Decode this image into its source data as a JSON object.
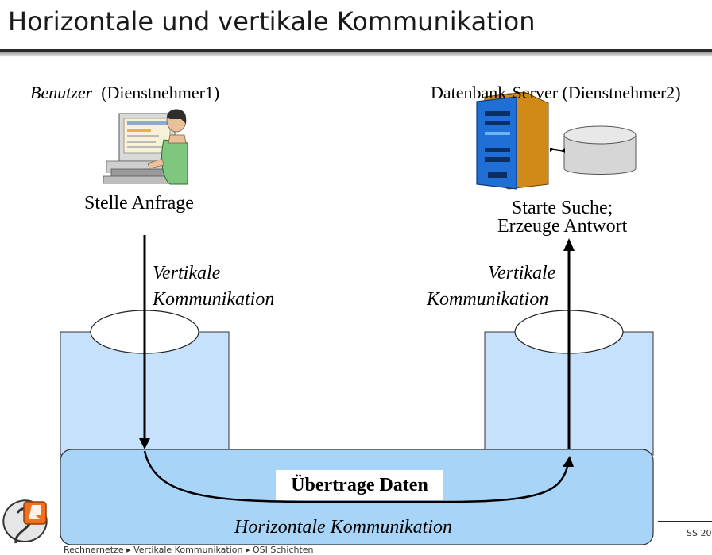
{
  "title": "Horizontale und vertikale Kommunikation",
  "left_user": {
    "role_italic": "Benutzer",
    "role_paren": "(Dienstnehmer1)",
    "action": "Stelle Anfrage"
  },
  "right_server": {
    "role": "Datenbank-Server (Dienstnehmer2)",
    "action_line1": "Starte Suche;",
    "action_line2": "Erzeuge Antwort"
  },
  "vertical_left": {
    "line1": "Vertikale",
    "line2": "Kommunikation"
  },
  "vertical_right": {
    "line1": "Vertikale",
    "line2": "Kommunikation"
  },
  "transfer_label": "Übertrage Daten",
  "horizontal_label": "Horizontale Kommunikation",
  "footer": {
    "semester": "SS 20",
    "breadcrumb": "Rechnernetze ▸ Vertikale Kommunikation ▸ OSI Schichten"
  },
  "colors": {
    "layer_fill": "#c5e1fb",
    "bottom_fill": "#a8d4f8",
    "arrow": "#000000",
    "rule": "#2a2a2a"
  }
}
